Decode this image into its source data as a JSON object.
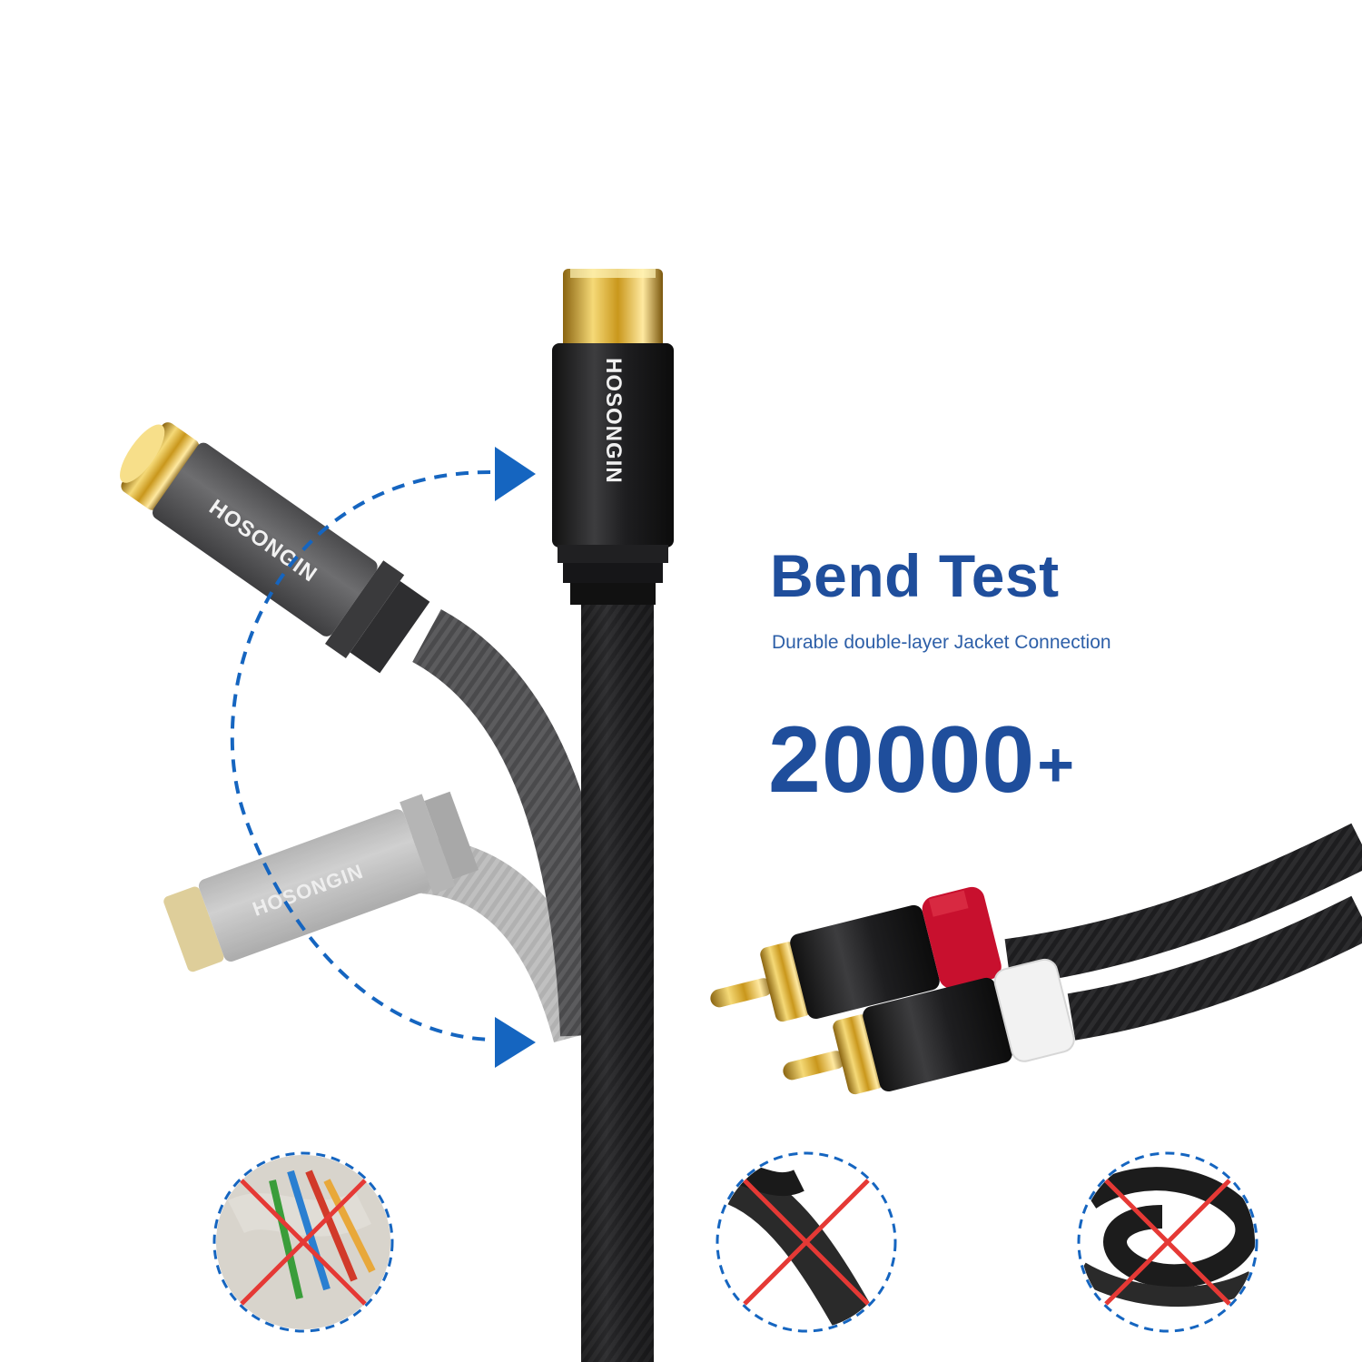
{
  "heading": "Bend Test",
  "subheading": "Durable double-layer Jacket Connection",
  "bend_count": {
    "number": "20000",
    "suffix": "+"
  },
  "brand_mark": "HOSONGIN",
  "colors": {
    "accent_blue": "#1f4e9c",
    "arrow_blue": "#1565c0",
    "cross_red": "#e53935",
    "gold": "#d4a52a",
    "cable_black": "#1b1b1b"
  },
  "icons": [
    "bend-arrow-icon",
    "frayed-wires-icon",
    "torn-cable-icon",
    "tangled-cable-icon"
  ]
}
